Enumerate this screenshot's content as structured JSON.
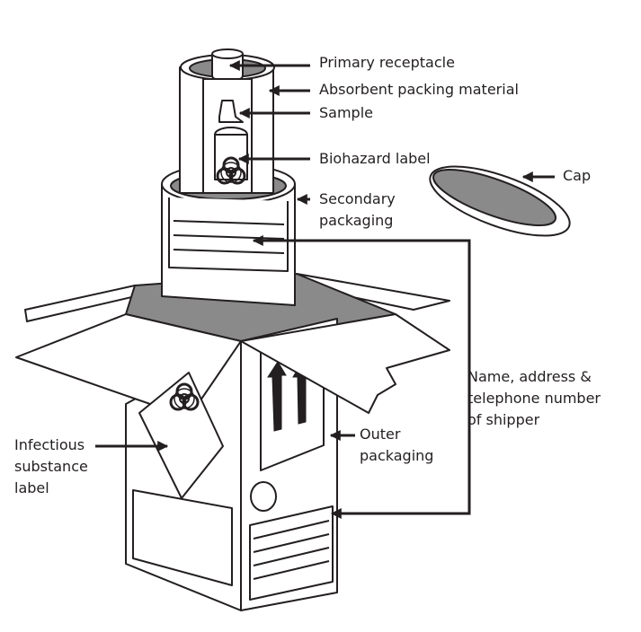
{
  "labels": {
    "primary_receptacle": "Primary receptacle",
    "absorbent": "Absorbent packing material",
    "sample": "Sample",
    "biohazard_label": "Biohazard label",
    "cap": "Cap",
    "secondary_line1": "Secondary",
    "secondary_line2": "packaging",
    "shipper_line1": "Name, address &",
    "shipper_line2": "telephone number",
    "shipper_line3": "of shipper",
    "outer_line1": "Outer",
    "outer_line2": "packaging",
    "infectious_line1": "Infectious",
    "infectious_line2": "substance",
    "infectious_line3": "label"
  },
  "colors": {
    "ink": "#231f20",
    "shade": "#8a8a8a",
    "paper": "#ffffff"
  },
  "icons": [
    "biohazard-icon",
    "up-arrows-icon"
  ]
}
